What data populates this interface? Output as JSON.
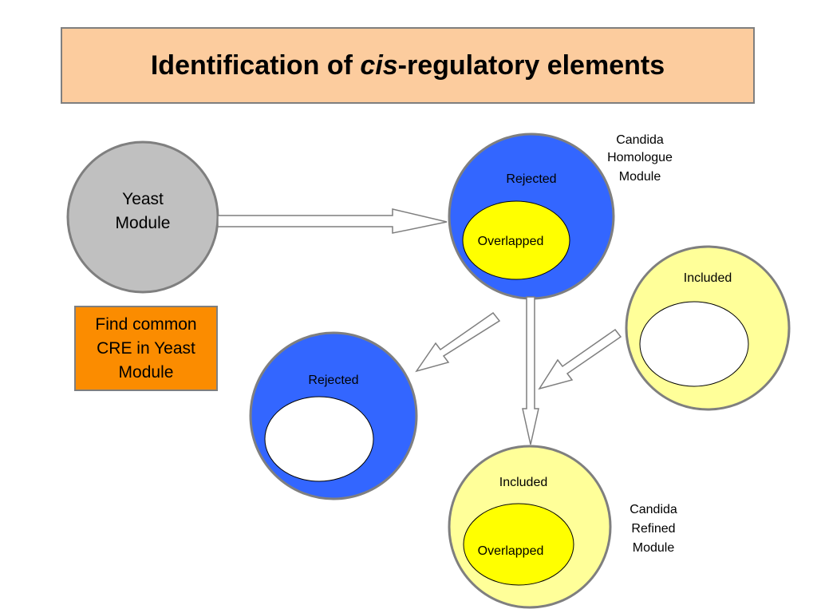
{
  "title": {
    "prefix": "Identification of ",
    "italic": "cis",
    "suffix": "-regulatory elements"
  },
  "note": "Find common\nCRE in Yeast\nModule",
  "nodes": {
    "yeast_module": {
      "line1": "Yeast",
      "line2": "Module"
    },
    "homologue_module": {
      "caption": [
        "Candida",
        "Homologue",
        "Module"
      ],
      "outer_label": "Rejected",
      "inner_label": "Overlapped"
    },
    "rejected_module": {
      "outer_label": "Rejected"
    },
    "included_module": {
      "outer_label": "Included"
    },
    "refined_module": {
      "caption": [
        "Candida",
        "Refined",
        "Module"
      ],
      "outer_label": "Included",
      "inner_label": "Overlapped"
    }
  },
  "colors": {
    "title_bg": "#fccc9e",
    "note_bg": "#fb8c00",
    "grey_circle": "#c0c0c0",
    "blue_circle": "#3366ff",
    "pale_yellow_circle": "#ffff99",
    "yellow_inner": "#ffff00",
    "outline": "#7f7f7f"
  }
}
